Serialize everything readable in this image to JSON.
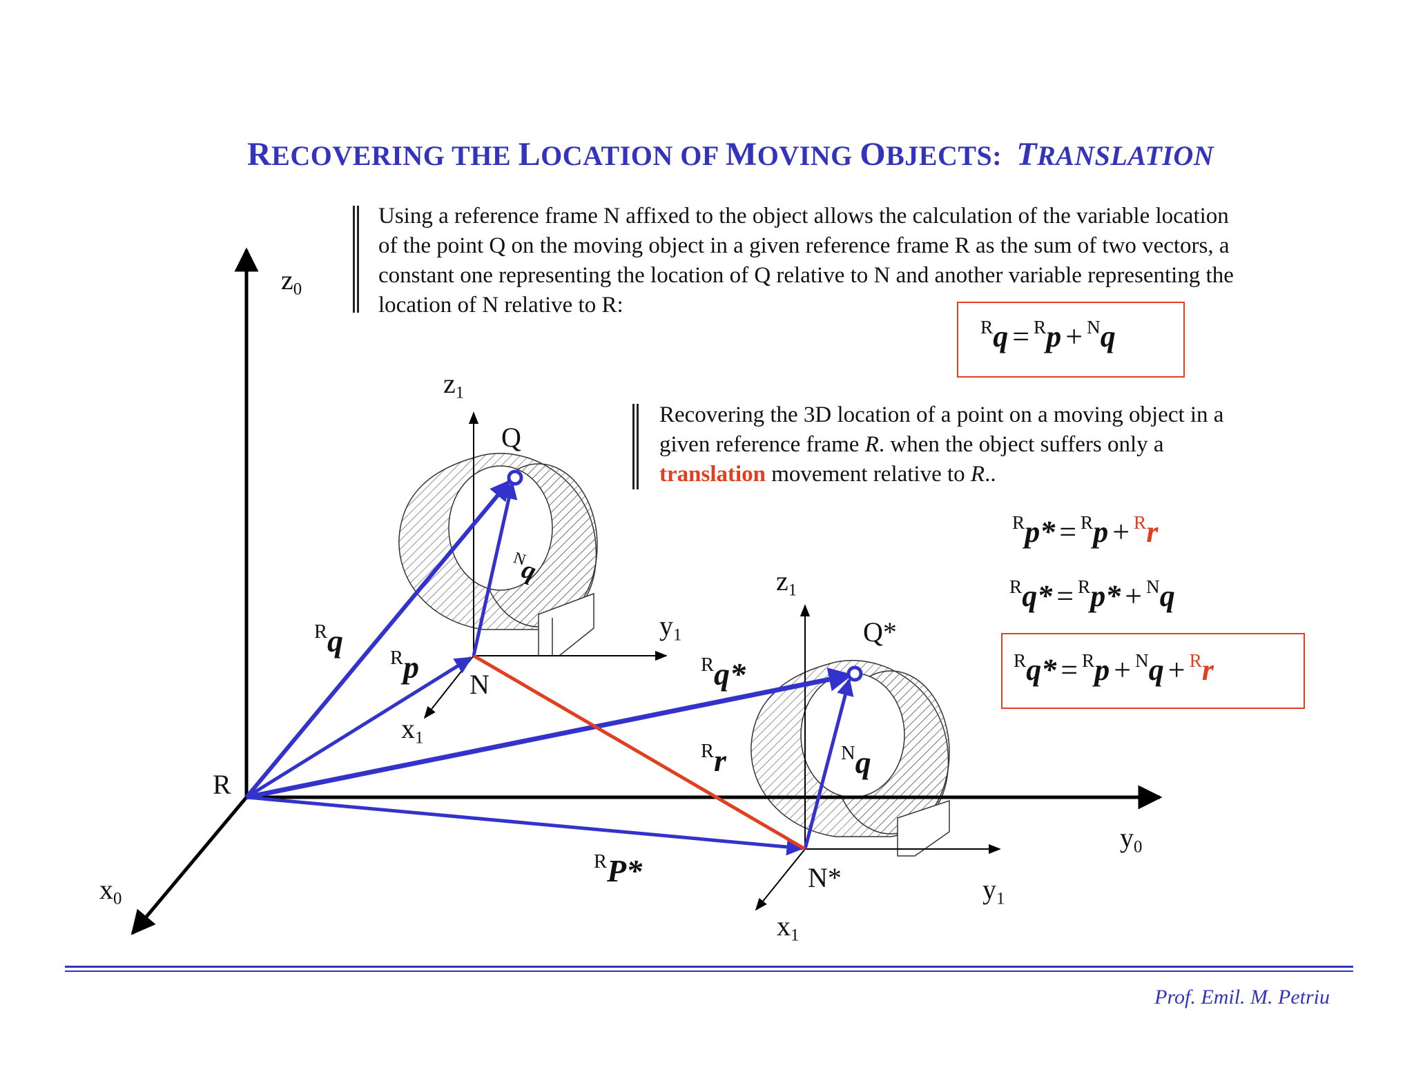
{
  "title": {
    "w1_initial": "R",
    "w1_rest": "ECOVERING THE ",
    "w2_initial": "L",
    "w2_rest": "OCATION OF ",
    "w3_initial": "M",
    "w3_rest": "OVING ",
    "w4_initial": "O",
    "w4_rest": "BJECTS:",
    "w5_initial": "T",
    "w5_rest": "RANSLATION"
  },
  "paragraph1": "Using a reference frame N affixed to the object allows the calculation of the variable location of the point Q on the moving object in a given reference frame R as the sum of two vectors, a constant one representing the location of Q relative to N and another variable representing the  location of N relative to R:",
  "paragraph2": {
    "part1": "Recovering the 3D location of a point on a moving object in a given reference frame ",
    "frame": "R",
    "part2": ". when the object suffers only a ",
    "highlight": "translation",
    "part3": " movement relative to ",
    "frame2": "R",
    "part4": ".."
  },
  "equations": {
    "eq1": {
      "sup1": "R",
      "v1": "q",
      "op1": "=",
      "sup2": "R",
      "v2": "p",
      "op2": "+",
      "sup3": "N",
      "v3": "q"
    },
    "eq2": {
      "sup1": "R",
      "v1": "p*",
      "op1": "=",
      "sup2": "R",
      "v2": "p",
      "op2": "+",
      "sup3": "R",
      "v3": "r"
    },
    "eq3": {
      "sup1": "R",
      "v1": "q*",
      "op1": "=",
      "sup2": "R",
      "v2": "p*",
      "op2": "+",
      "sup3": "N",
      "v3": "q"
    },
    "eq4": {
      "sup1": "R",
      "v1": "q*",
      "op1": "=",
      "sup2": "R",
      "v2": "p",
      "op2": "+",
      "sup3": "N",
      "v3": "q",
      "op3": "+",
      "sup4": "R",
      "v4": "r"
    }
  },
  "diagram_labels": {
    "z0": {
      "base": "z",
      "sub": "0"
    },
    "y0": {
      "base": "y",
      "sub": "0"
    },
    "x0": {
      "base": "x",
      "sub": "0"
    },
    "R": "R",
    "z1_a": {
      "base": "z",
      "sub": "1"
    },
    "y1_a": {
      "base": "y",
      "sub": "1"
    },
    "x1_a": {
      "base": "x",
      "sub": "1"
    },
    "N": "N",
    "Q": "Q",
    "z1_b": {
      "base": "z",
      "sub": "1"
    },
    "y1_b": {
      "base": "y",
      "sub": "1"
    },
    "x1_b": {
      "base": "x",
      "sub": "1"
    },
    "N_star": "N*",
    "Q_star": "Q*",
    "Rq": {
      "sup": "R",
      "v": "q"
    },
    "Rp": {
      "sup": "R",
      "v": "p"
    },
    "Nq_a": {
      "sup": "N",
      "v": "q"
    },
    "Rq_star": {
      "sup": "R",
      "v": "q*"
    },
    "Rr": {
      "sup": "R",
      "v": "r"
    },
    "Nq_b": {
      "sup": "N",
      "v": "q"
    },
    "RP_star": {
      "sup": "R",
      "v": "P*"
    }
  },
  "colors": {
    "title": "#3333bb",
    "vector": "#3333cc",
    "translation": "#e04020",
    "axis": "#000000"
  },
  "footer": "Prof. Emil. M. Petriu"
}
